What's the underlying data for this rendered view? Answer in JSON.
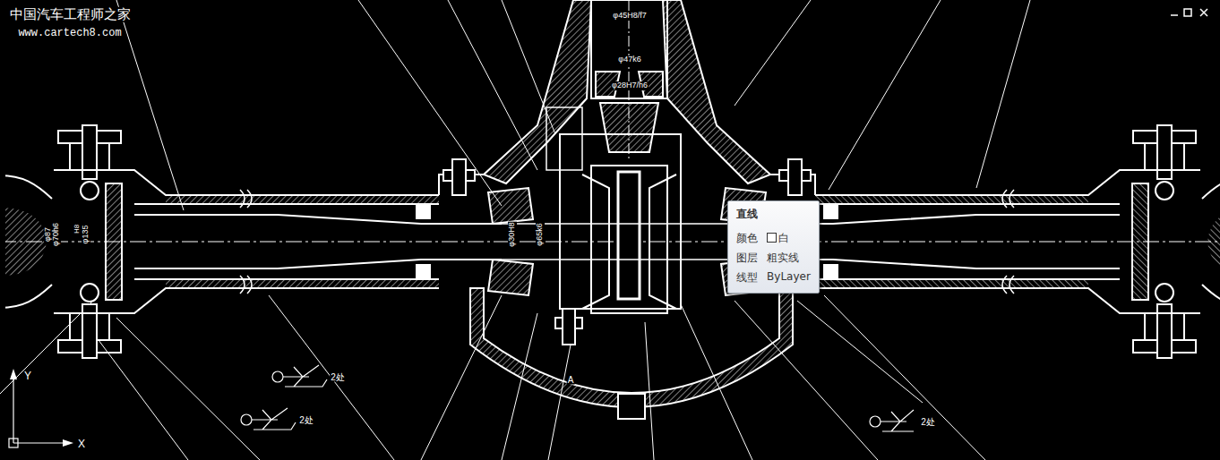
{
  "diagram": {
    "nodes": [
      {
        "text": [
          "直线",
          "颜色",
          "白",
          "图层",
          "粗实线",
          "线型",
          "ByLayer"
        ]
      }
    ],
    "labels": [
      "中国汽车工程师之家",
      "www.cartech8.com",
      "φ87",
      "φ70h6",
      "H8",
      "φ135",
      "φ30H8",
      "φ65k6",
      "φ45H8/f7",
      "φ47k6",
      "φ28H7/h6",
      "A",
      "2处",
      "2处",
      "2处",
      "Y",
      "X"
    ]
  }
}
